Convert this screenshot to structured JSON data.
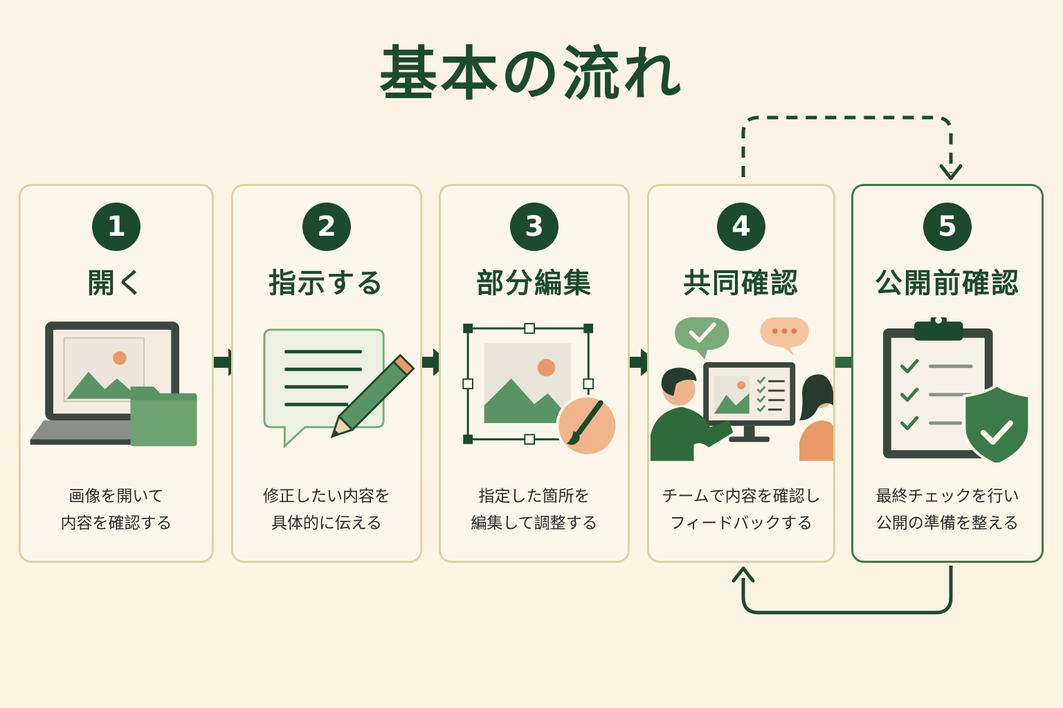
{
  "title": "基本の流れ",
  "steps": [
    {
      "number": "1",
      "title": "開く",
      "desc": [
        "画像を開いて",
        "内容を確認する"
      ]
    },
    {
      "number": "2",
      "title": "指示する",
      "desc": [
        "修正したい内容を",
        "具体的に伝える"
      ]
    },
    {
      "number": "3",
      "title": "部分編集",
      "desc": [
        "指定した箇所を",
        "編集して調整する"
      ]
    },
    {
      "number": "4",
      "title": "共同確認",
      "desc": [
        "チームで内容を確認し",
        "フィードバックする"
      ]
    },
    {
      "number": "5",
      "title": "公開前確認",
      "desc": [
        "最終チェックを行い",
        "公開の準備を整える"
      ]
    }
  ],
  "colors": {
    "dark_green": "#1c4a2c",
    "mid_green": "#5a9464",
    "light_green": "#7aab78",
    "orange": "#e89a68",
    "card_border": "#ddd2a8",
    "background": "#fcf3e4"
  },
  "icons": [
    "laptop-icon",
    "folder-icon",
    "speech-bubble-icon",
    "pencil-icon",
    "image-select-icon",
    "brush-icon",
    "team-review-icon",
    "clipboard-checklist-icon",
    "shield-check-icon"
  ]
}
